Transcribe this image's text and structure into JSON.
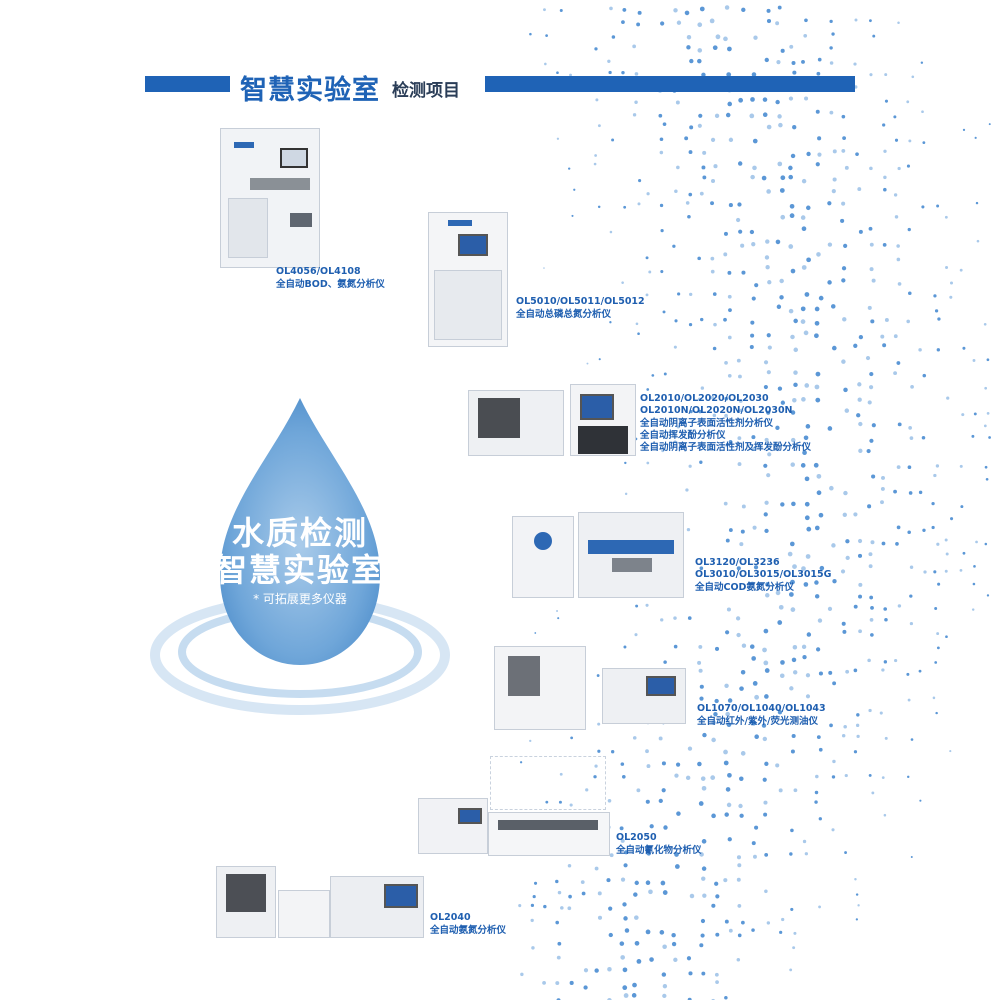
{
  "header": {
    "title": "智慧实验室",
    "subtitle": "检测项目",
    "accent": "#1f63b6"
  },
  "drop": {
    "line1": "水质检测",
    "line2": "智慧实验室",
    "note": "* 可拓展更多仪器",
    "color": "#6fa6d9"
  },
  "products": [
    {
      "models": "OL4056/OL4108",
      "desc": "全自动BOD、氨氮分析仪"
    },
    {
      "models": "OL5010/OL5011/OL5012",
      "desc": "全自动总磷总氮分析仪"
    },
    {
      "models": "OL2010/OL2020/OL2030",
      "models2": "OL2010N/OL2020N/OL2030N",
      "desc": "全自动阴离子表面活性剂分析仪",
      "desc2": "全自动挥发酚分析仪",
      "desc3": "全自动阴离子表面活性剂及挥发酚分析仪"
    },
    {
      "models": "OL3120/OL3236",
      "models2": "OL3010/OL3015/OL3015G",
      "desc": "全自动COD氨氮分析仪"
    },
    {
      "models": "OL1070/OL1040/OL1043",
      "desc": "全自动红外/紫外/荧光测油仪"
    },
    {
      "models": "OL2050",
      "desc": "全自动氰化物分析仪"
    },
    {
      "models": "OL2040",
      "desc": "全自动氨氮分析仪"
    }
  ]
}
